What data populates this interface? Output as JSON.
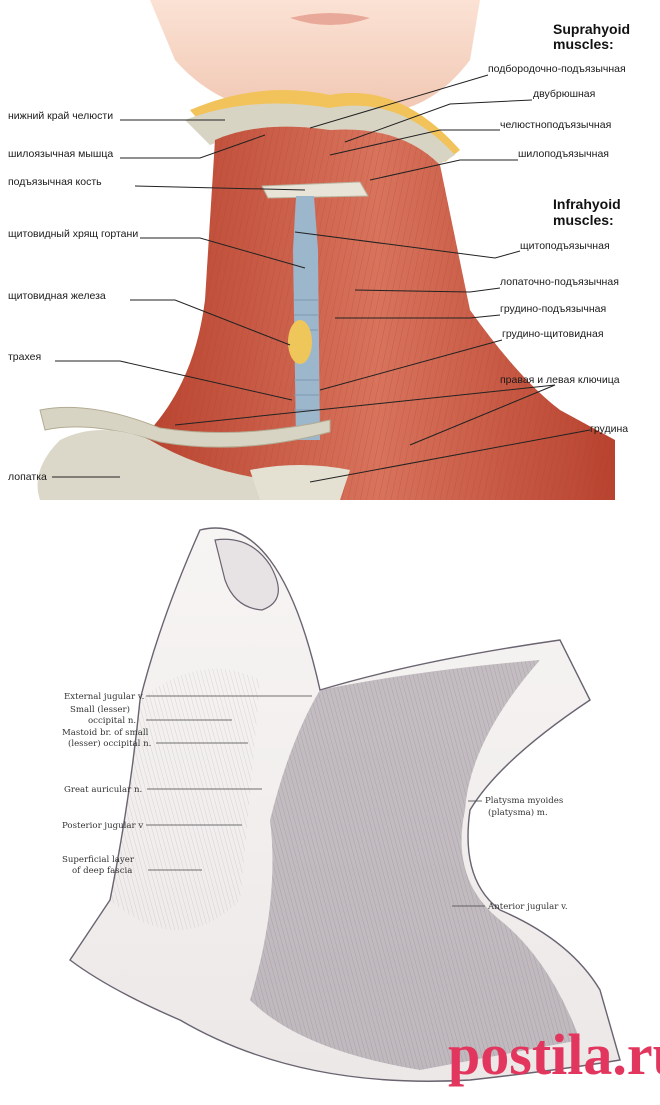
{
  "top_panel": {
    "heading_suprahyoid": [
      "Suprahyoid",
      "muscles:"
    ],
    "heading_infrahyoid": [
      "Infrahyoid",
      "muscles:"
    ],
    "left_labels": [
      "нижний край челюсти",
      "шилоязычная мышца",
      "подъязычная кость",
      "щитовидный хрящ гортани",
      "щитовидная железа",
      "трахея",
      "лопатка"
    ],
    "right_labels": [
      "подбородочно-подъязычная",
      "двубрюшная",
      "челюстноподъязычная",
      "шилоподъязычная",
      "щитоподъязычная",
      "лопаточно-подъязычная",
      "грудино-подъязычная",
      "грудино-щитовидная",
      "правая и левая ключица",
      "грудина"
    ]
  },
  "bottom_panel": {
    "left_labels": [
      "External jugular v.",
      "Small (lesser)",
      "occipital n.",
      "Mastoid br. of small",
      "(lesser) occipital n.",
      "Great auricular n.",
      "Posterior jugular v",
      "Superficial layer",
      "of deep fascia"
    ],
    "right_labels": [
      "Platysma myoides",
      "(platysma) m.",
      "Anterior jugular v."
    ]
  },
  "watermark": "postila.ru",
  "colors": {
    "muscle": "#c8553d",
    "bone": "#d8d4c4",
    "trachea": "#9cb6cc",
    "thyroid": "#efc65a",
    "skin": "#f7d4c2"
  }
}
